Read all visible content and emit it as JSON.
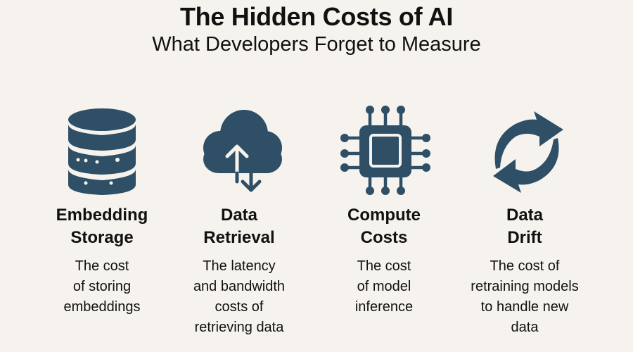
{
  "header": {
    "title": "The Hidden Costs of AI",
    "subtitle": "What Developers Forget to Measure"
  },
  "colors": {
    "background": "#f6f3ee",
    "icon": "#2e4f66",
    "text": "#111111"
  },
  "items": [
    {
      "icon": "database-icon",
      "heading_lines": [
        "Embedding",
        "Storage"
      ],
      "desc_lines": [
        "The cost",
        "of storing",
        "embeddings"
      ]
    },
    {
      "icon": "cloud-transfer-icon",
      "heading_lines": [
        "Data",
        "Retrieval"
      ],
      "desc_lines": [
        "The latency",
        "and bandwidth",
        "costs of",
        "retrieving data"
      ]
    },
    {
      "icon": "cpu-chip-icon",
      "heading_lines": [
        "Compute",
        "Costs"
      ],
      "desc_lines": [
        "The cost",
        "of model",
        "inference"
      ]
    },
    {
      "icon": "refresh-cycle-icon",
      "heading_lines": [
        "Data",
        "Drift"
      ],
      "desc_lines": [
        "The cost of",
        "retraining models",
        "to handle new",
        "data"
      ]
    }
  ]
}
